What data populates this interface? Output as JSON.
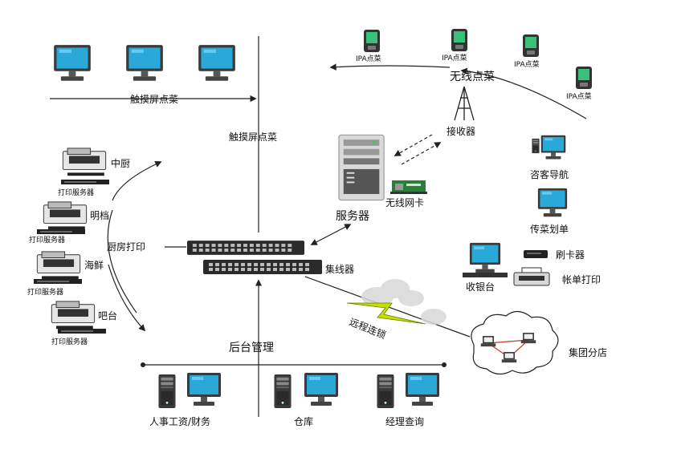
{
  "labels": {
    "touch_top": "触摸屏点菜",
    "touch_mid": "触摸屏点菜",
    "ipa": "IPA点菜",
    "wireless_order": "无线点菜",
    "receiver": "接收器",
    "server": "服务器",
    "wireless_nic": "无线网卡",
    "hub": "集线器",
    "guest_nav": "咨客导航",
    "dish_mark": "传菜划单",
    "card_reader": "刷卡器",
    "cashier": "收银台",
    "bill_print": "帐单打印",
    "kitchen_print": "厨房打印",
    "print_server": "打印服务器",
    "zhongchu": "中厨",
    "mingdang": "明档",
    "haixian": "海鲜",
    "batai": "吧台",
    "backend": "后台管理",
    "remote": "远程连锁",
    "group": "集团分店",
    "hr": "人事工资/财务",
    "warehouse": "仓库",
    "manager": "经理查询"
  },
  "colors": {
    "screen": "#2aa9d8",
    "device_dark": "#2b2b2b",
    "lightning": "#c4e000",
    "line": "#222222"
  }
}
